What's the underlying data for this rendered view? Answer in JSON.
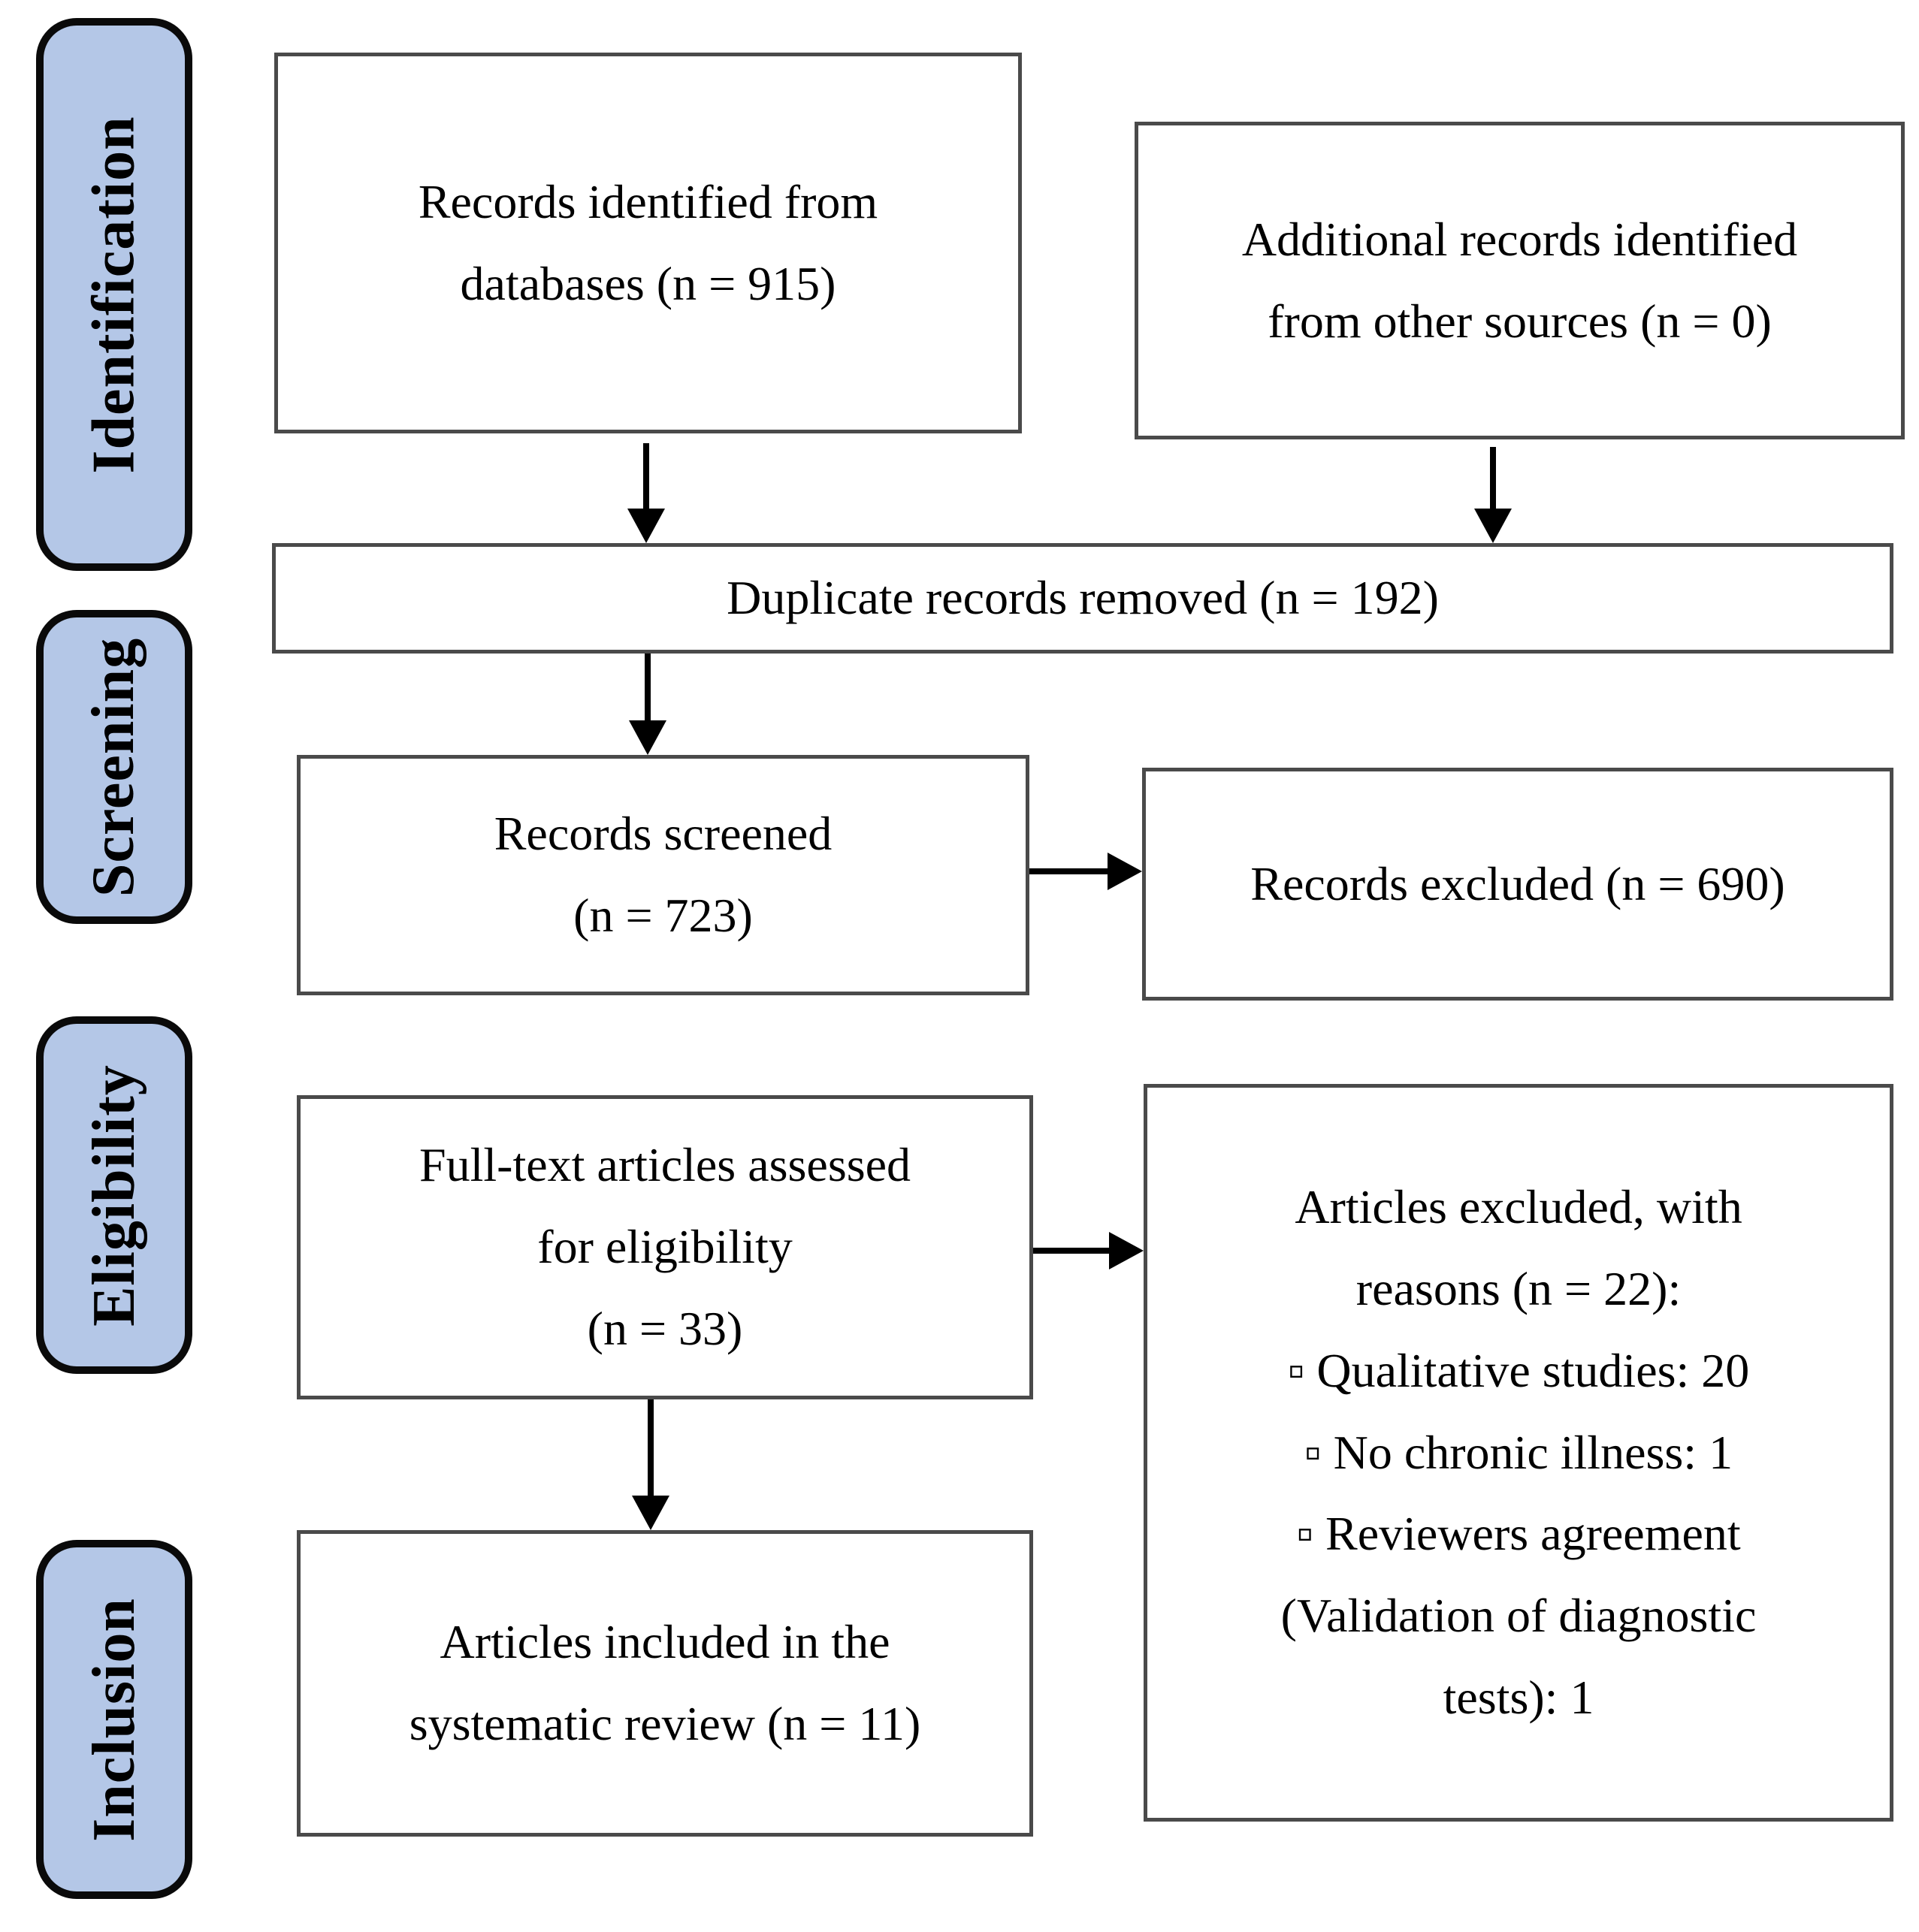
{
  "stages": [
    {
      "label": "Identification"
    },
    {
      "label": "Screening"
    },
    {
      "label": "Eligibility"
    },
    {
      "label": "Inclusion"
    }
  ],
  "boxes": {
    "records_identified": "Records identified from\ndatabases (n = 915)",
    "additional_records": "Additional records identified\nfrom other sources (n = 0)",
    "duplicates_removed": "Duplicate records removed (n = 192)",
    "records_screened": "Records screened\n(n = 723)",
    "records_excluded": "Records excluded (n = 690)",
    "fulltext_assessed": "Full-text articles assessed\nfor eligibility\n(n = 33)",
    "articles_excluded": "Articles excluded, with\nreasons (n = 22):\n▫ Qualitative studies: 20\n▫ No chronic illness: 1\n▫ Reviewers agreement\n(Validation  of diagnostic\ntests): 1",
    "articles_included": "Articles included in the\nsystematic review (n = 11)"
  },
  "colors": {
    "stage_fill": "#b4c7e7",
    "stage_border": "#000000",
    "box_fill": "#ffffff",
    "box_border": "#4a4a4a",
    "arrow": "#000000",
    "text": "#000000"
  }
}
